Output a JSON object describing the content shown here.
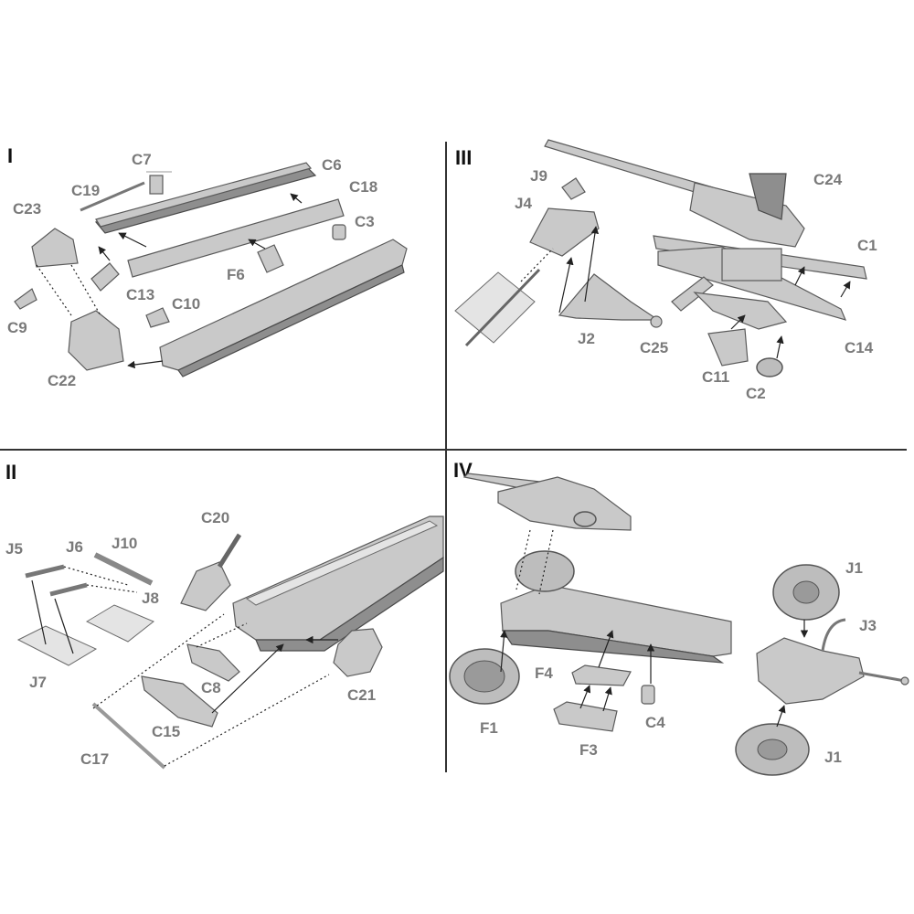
{
  "panels": {
    "I": {
      "numeral": "I",
      "labels": [
        "C7",
        "C19",
        "C6",
        "C18",
        "C23",
        "C3",
        "F6",
        "C13",
        "C10",
        "C9",
        "C22"
      ]
    },
    "III": {
      "numeral": "III",
      "labels": [
        "J9",
        "J4",
        "C24",
        "C1",
        "J2",
        "C25",
        "C14",
        "C11",
        "C2"
      ]
    },
    "II": {
      "numeral": "II",
      "labels": [
        "C20",
        "J5",
        "J6",
        "J10",
        "J8",
        "J7",
        "C8",
        "C21",
        "C15",
        "C17"
      ]
    },
    "IV": {
      "numeral": "IV",
      "labels": [
        "J1",
        "J3",
        "F4",
        "F1",
        "C4",
        "F3",
        "J1"
      ]
    }
  }
}
